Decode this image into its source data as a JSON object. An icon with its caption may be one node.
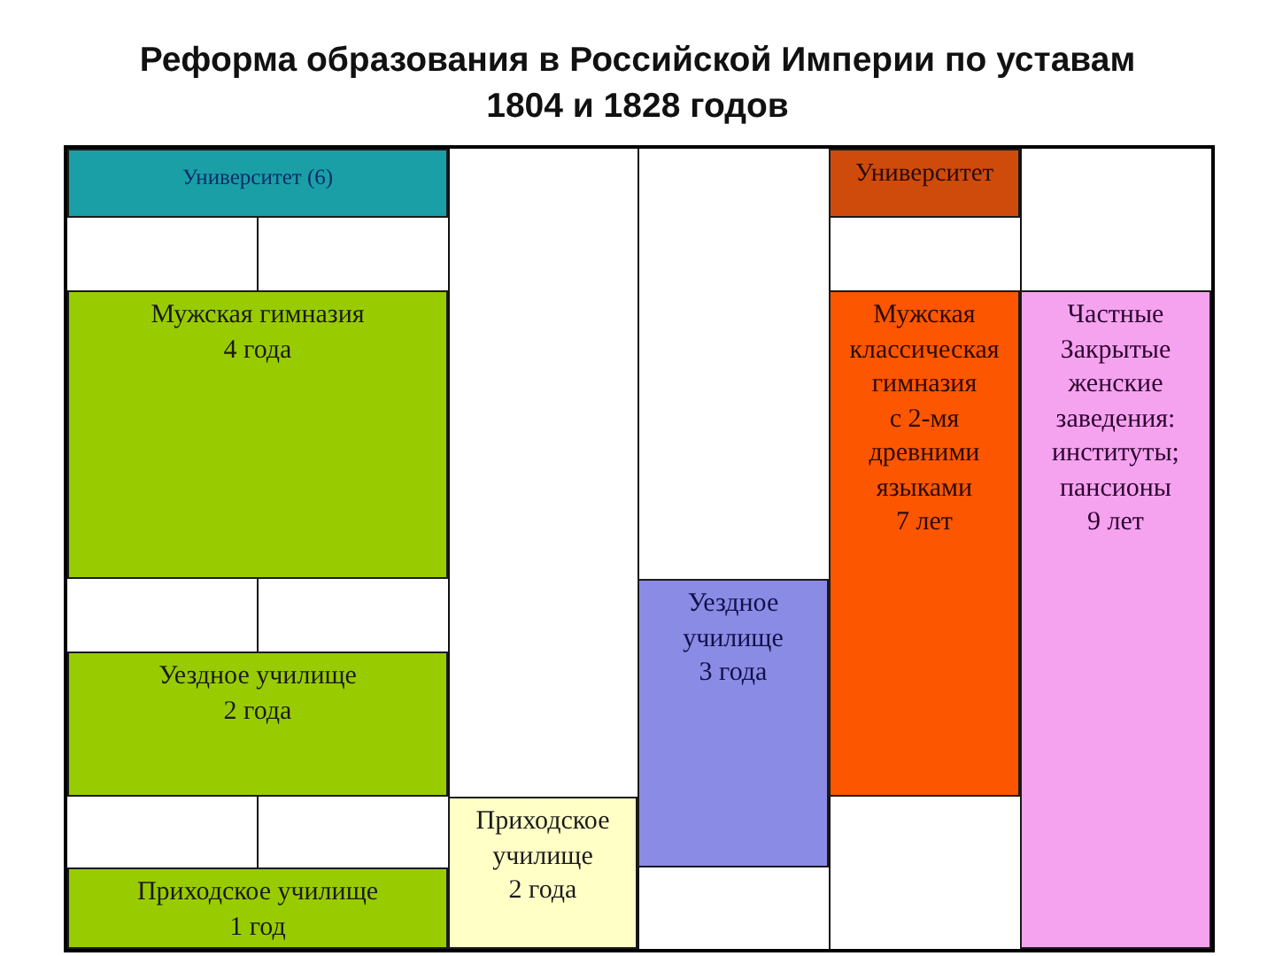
{
  "diagram": {
    "title": "Реформа образования в Российской Империи по уставам 1804 и 1828 годов",
    "nodes": [
      {
        "text": [
          "Университет (6)"
        ]
      },
      {
        "text": [
          "Университет"
        ]
      },
      {
        "text": [
          "Мужская гимназия",
          "4 года"
        ]
      },
      {
        "text": [
          "Мужская классическая гимназия",
          "с 2-мя древними языками",
          "7 лет"
        ]
      },
      {
        "text": [
          "Частные Закрытые женские заведения: институты; пансионы",
          "9 лет"
        ]
      },
      {
        "text": [
          "Уездное училище",
          "3 года"
        ]
      },
      {
        "text": [
          "Уездное училище",
          "2 года"
        ]
      },
      {
        "text": [
          "Приходское училище",
          "2 года"
        ]
      },
      {
        "text": [
          "Приходское училище",
          "1 год"
        ]
      }
    ]
  }
}
